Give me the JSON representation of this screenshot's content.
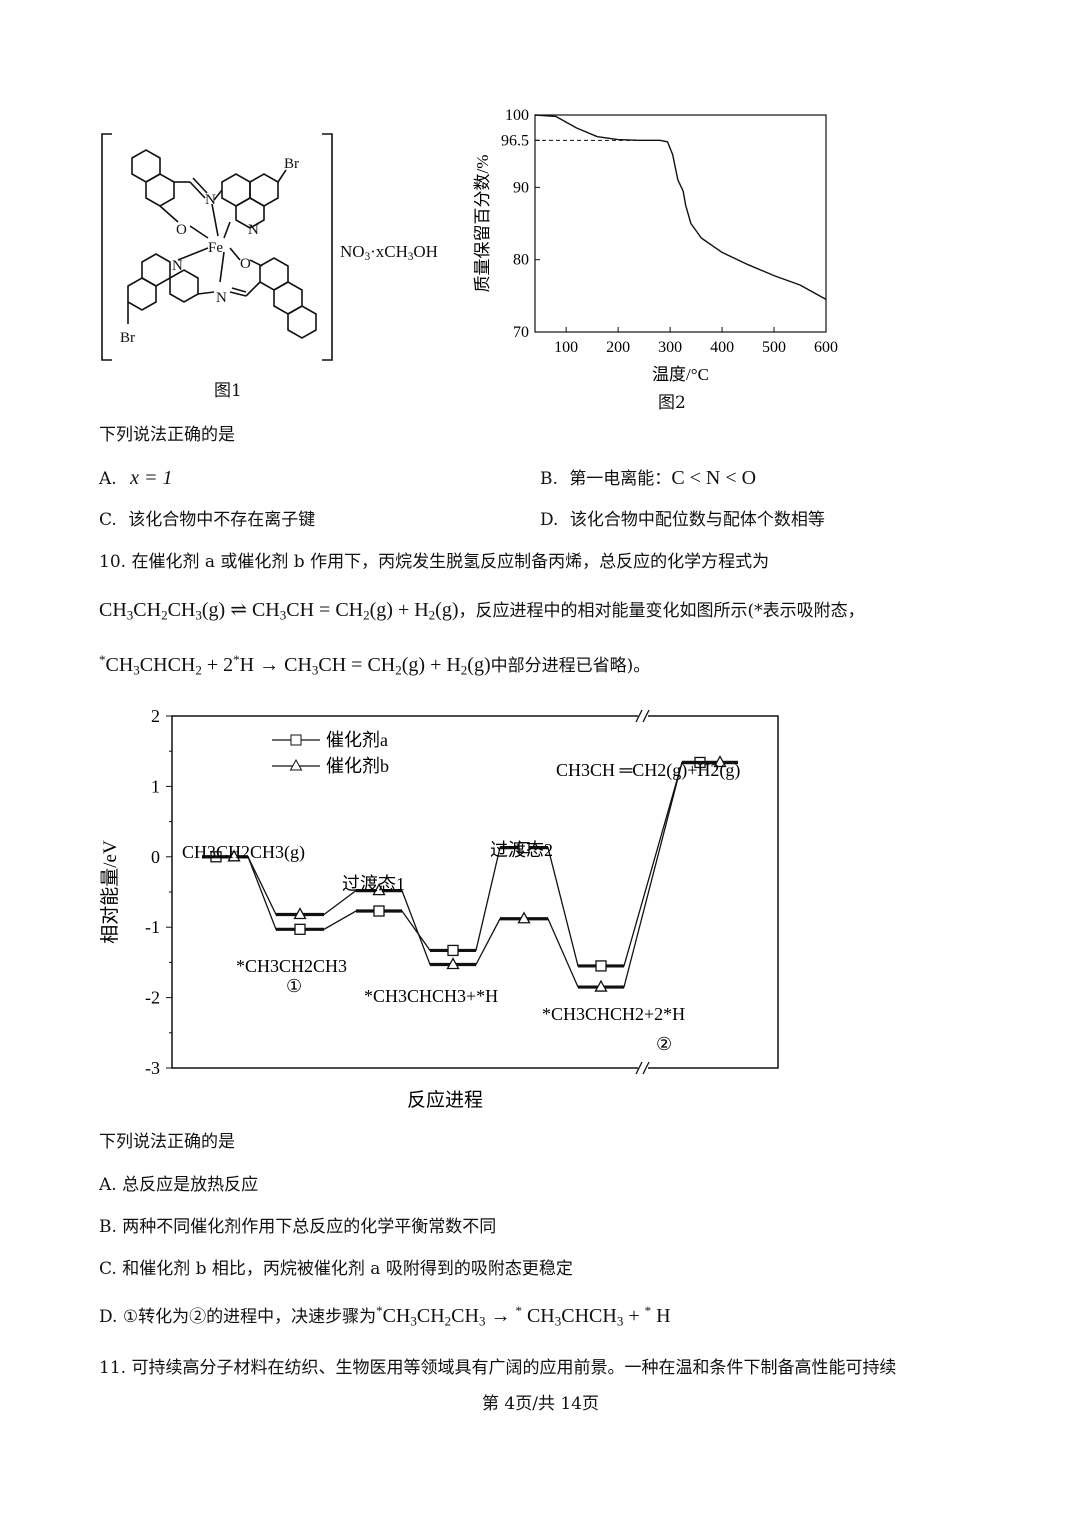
{
  "fig1": {
    "caption": "图1",
    "atoms": {
      "fe": "Fe",
      "br": "Br",
      "n": "N",
      "o": "O"
    },
    "counter_ion": "NO3·xCH3OH"
  },
  "fig2": {
    "caption": "图2",
    "chart_data": {
      "type": "line",
      "xlabel": "温度/°C",
      "ylabel": "质量保留百分数/%",
      "xlim": [
        40,
        600
      ],
      "ylim": [
        70,
        100
      ],
      "xticks": [
        100,
        200,
        300,
        400,
        500,
        600
      ],
      "yticks": [
        70,
        80,
        90,
        100
      ],
      "extra_ytick": "96.5",
      "reference_line": 96.5,
      "x": [
        40,
        80,
        120,
        160,
        200,
        240,
        280,
        295,
        305,
        315,
        325,
        330,
        340,
        360,
        400,
        450,
        500,
        550,
        600
      ],
      "y": [
        100,
        99.8,
        98.2,
        97.0,
        96.6,
        96.5,
        96.5,
        96.3,
        94.5,
        91.0,
        89.5,
        87.5,
        85.0,
        83.0,
        81.0,
        79.3,
        77.8,
        76.5,
        74.5
      ]
    }
  },
  "q9_prompt": "下列说法正确的是",
  "q9_options": [
    {
      "letter": "A.",
      "math": "x = 1"
    },
    {
      "letter": "B.",
      "text": "第一电离能：",
      "math": "C < N < O"
    },
    {
      "letter": "C.",
      "text": "该化合物中不存在离子键"
    },
    {
      "letter": "D.",
      "text": "该化合物中配位数与配体个数相等"
    }
  ],
  "q10": {
    "stem": "10. 在催化剂 a 或催化剂 b 作用下，丙烷发生脱氢反应制备丙烯，总反应的化学方程式为",
    "eq1_tail": "，反应进程中的相对能量变化如图所示(*表示吸附态，",
    "eq2_tail": "中部分进程已省略)。"
  },
  "fig3": {
    "chart_data": {
      "type": "line",
      "xlabel": "反应进程",
      "ylabel": "相对能量/eV",
      "ylim": [
        -3,
        2
      ],
      "yticks": [
        2,
        1,
        0,
        -1,
        -2,
        -3
      ],
      "series": [
        {
          "name": "催化剂a",
          "marker": "square",
          "levels": [
            0.0,
            -1.03,
            -0.77,
            -1.33,
            0.13,
            -1.55,
            1.34
          ]
        },
        {
          "name": "催化剂b",
          "marker": "triangle",
          "levels": [
            0.0,
            -0.82,
            -0.48,
            -1.53,
            -0.88,
            -1.85,
            1.34
          ]
        }
      ],
      "labels": {
        "start": "CH3CH2CH3(g)",
        "ads1": "*CH3CH2CH3",
        "circle1": "①",
        "ts1": "过渡态1",
        "int": "*CH3CHCH3+*H",
        "ts2": "过渡态2",
        "ads2": "*CH3CHCH2+2*H",
        "circle2": "②",
        "product": "CH3CH ═CH2(g)+H2(g)"
      }
    }
  },
  "q10_prompt": "下列说法正确的是",
  "q10_options": {
    "a": "A. 总反应是放热反应",
    "b": "B. 两种不同催化剂作用下总反应的化学平衡常数不同",
    "c": "C. 和催化剂 b 相比，丙烷被催化剂 a 吸附得到的吸附态更稳定",
    "d_prefix": "D. ①转化为②的进程中，决速步骤为"
  },
  "q11_stem": "11. 可持续高分子材料在纺织、生物医用等领域具有广阔的应用前景。一种在温和条件下制备高性能可持续",
  "footer": "第 4页/共 14页"
}
